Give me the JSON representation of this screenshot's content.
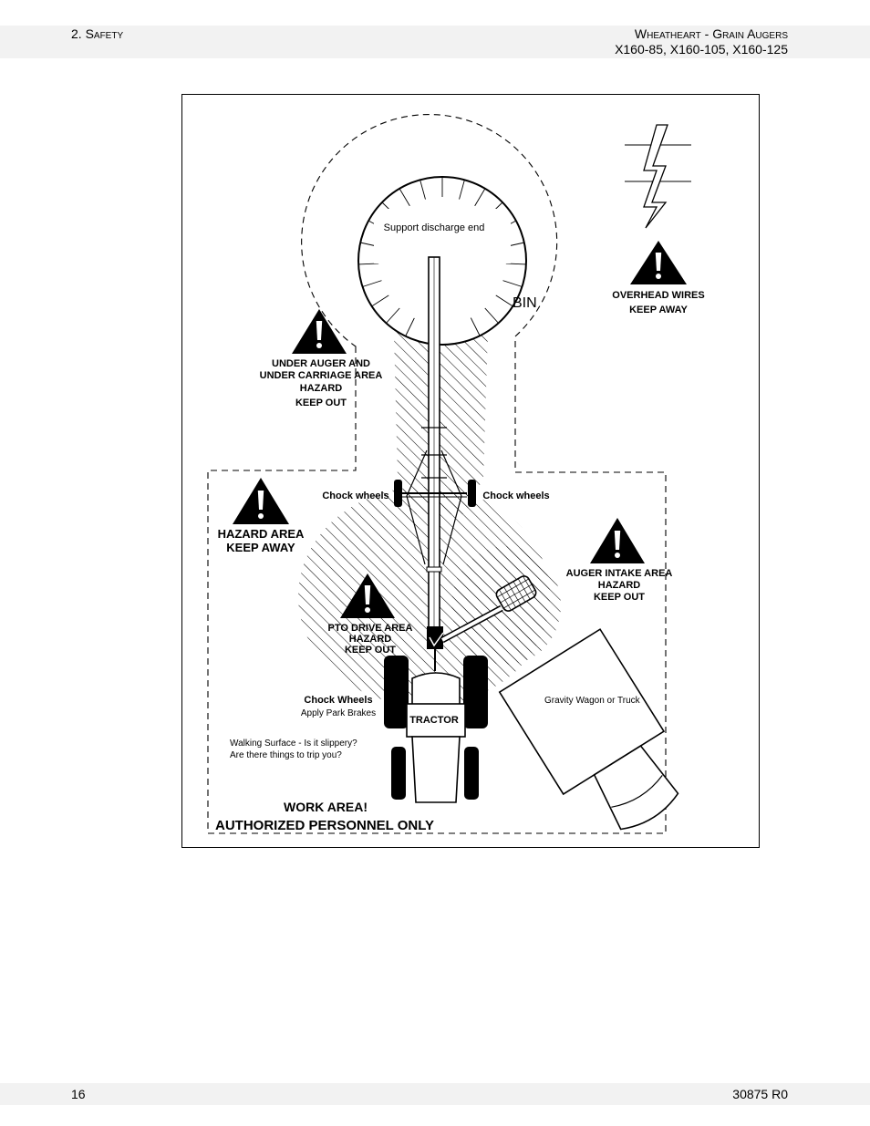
{
  "header": {
    "section": "2. Safety",
    "product": "Wheatheart - Grain Augers",
    "models": "X160-85, X160-105, X160-125"
  },
  "footer": {
    "page_number": "16",
    "doc_code": "30875 R0"
  },
  "diagram": {
    "support_discharge": "Support discharge end",
    "bin": "BIN",
    "overhead_1": "OVERHEAD WIRES",
    "overhead_2": "KEEP AWAY",
    "under_1": "UNDER AUGER AND",
    "under_2": "UNDER CARRIAGE AREA",
    "under_3": "HAZARD",
    "under_4": "KEEP OUT",
    "chock_left": "Chock wheels",
    "chock_right": "Chock wheels",
    "hazard_1": "HAZARD AREA",
    "hazard_2": "KEEP AWAY",
    "intake_1": "AUGER INTAKE AREA",
    "intake_2": "HAZARD",
    "intake_3": "KEEP OUT",
    "pto_1": "PTO DRIVE AREA",
    "pto_2": "HAZARD",
    "pto_3": "KEEP OUT",
    "chock_brakes_1": "Chock Wheels",
    "chock_brakes_2": "Apply Park Brakes",
    "tractor": "TRACTOR",
    "wagon": "Gravity Wagon or Truck",
    "walking_1": "Walking Surface - Is it slippery?",
    "walking_2": "Are there things to trip you?",
    "work_1": "WORK AREA!",
    "work_2": "AUTHORIZED PERSONNEL ONLY"
  }
}
